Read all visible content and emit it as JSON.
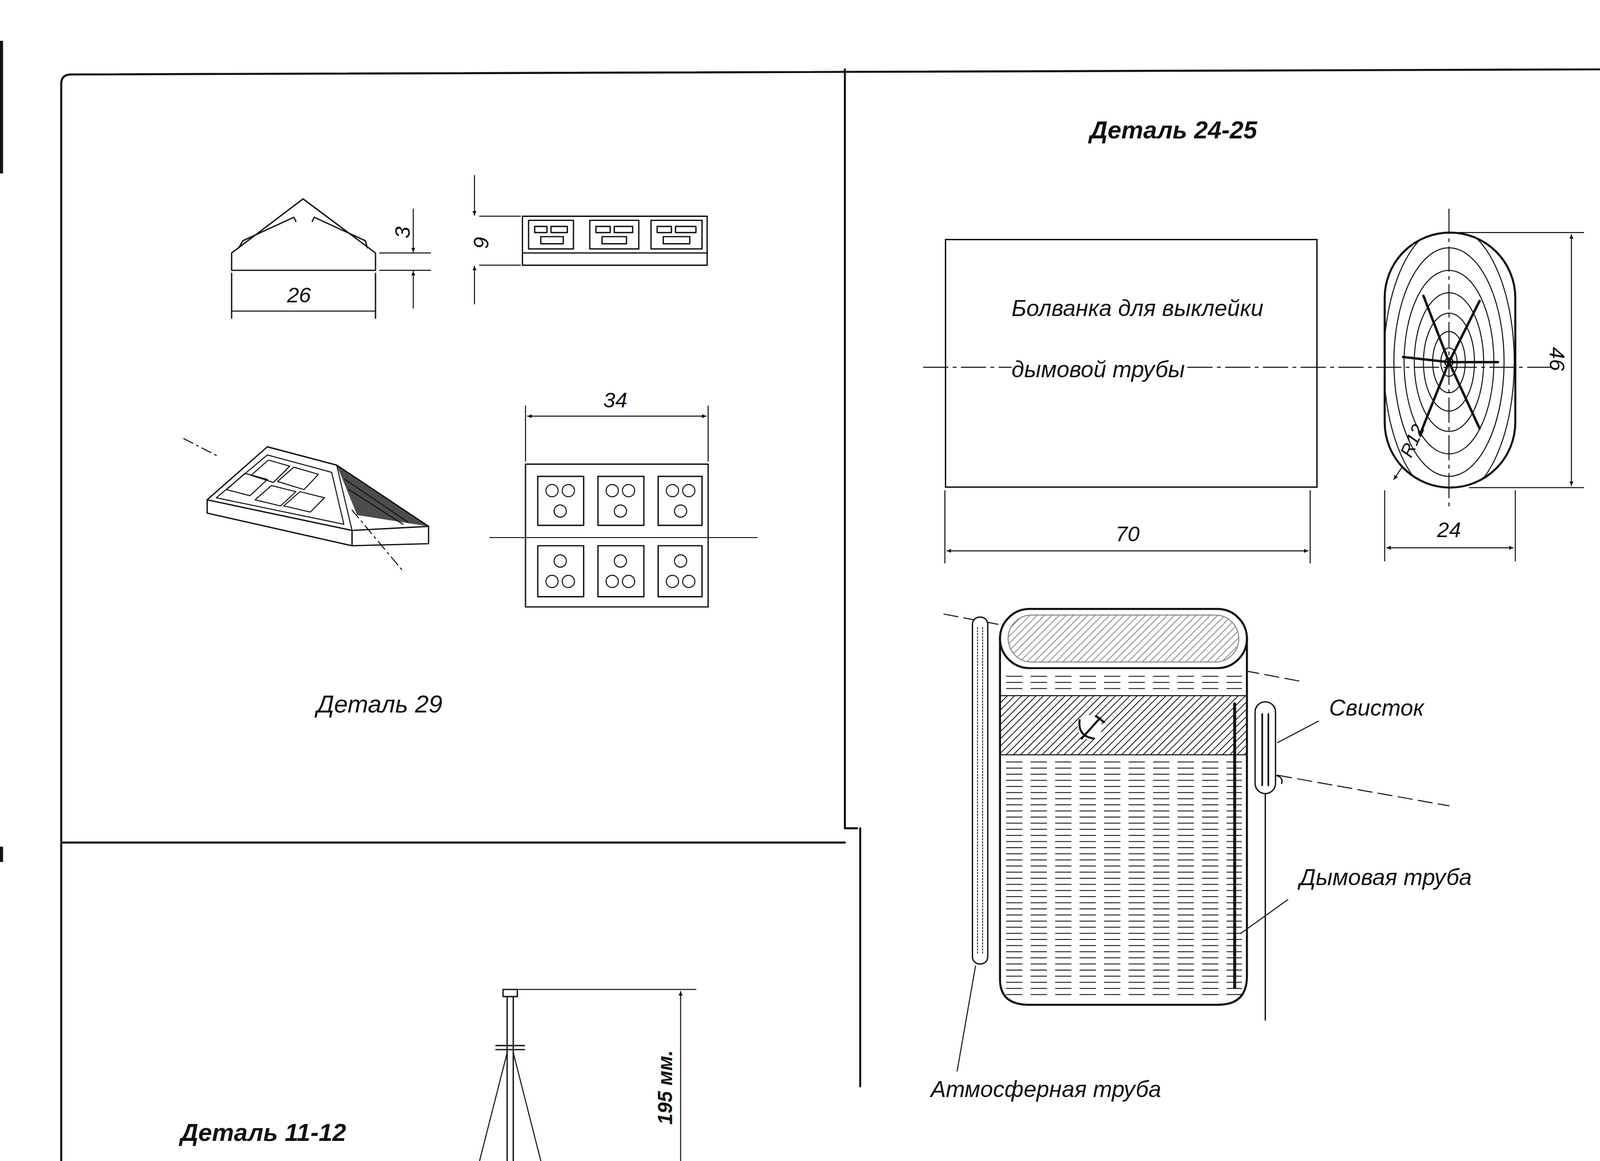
{
  "diagram": {
    "nodes": [
      {
        "text": [
          "Болванка для выклейки дымовой трубы"
        ]
      }
    ],
    "labels": [
      "Деталь 29",
      "26",
      "3",
      "9",
      "34",
      "Деталь 24-25",
      "70",
      "24",
      "46",
      "R12",
      "Свисток",
      "Дымовая труба",
      "Атмосферная труба",
      "Деталь 11-12",
      "195 мм."
    ]
  }
}
